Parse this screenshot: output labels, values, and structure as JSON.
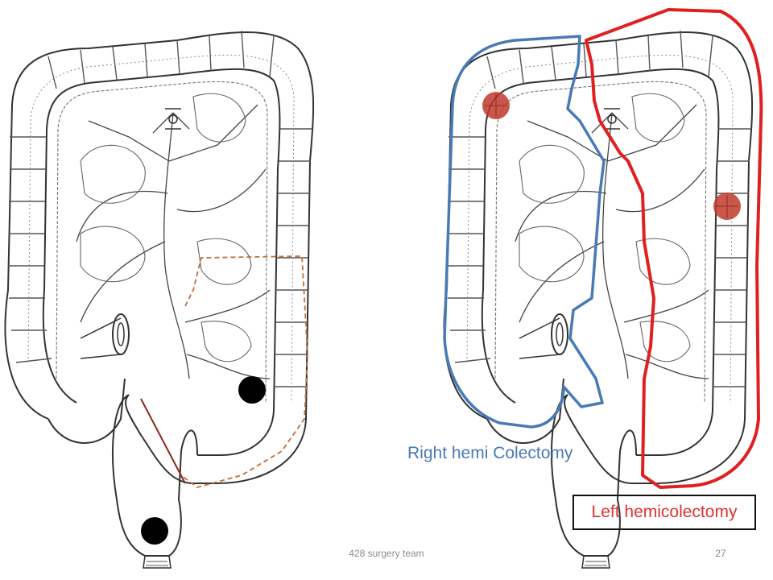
{
  "labels": {
    "right_hemi": "Right hemi Colectomy",
    "left_hemi": "Left hemicolectomy"
  },
  "footer": {
    "team": "428 surgery team",
    "page_number": "27"
  },
  "colors": {
    "right_outline": "#4a7ab5",
    "left_outline": "#e02020",
    "tumor_red": "#c0392b",
    "tumor_black": "#000000",
    "resection_dash": "#c0703a"
  }
}
